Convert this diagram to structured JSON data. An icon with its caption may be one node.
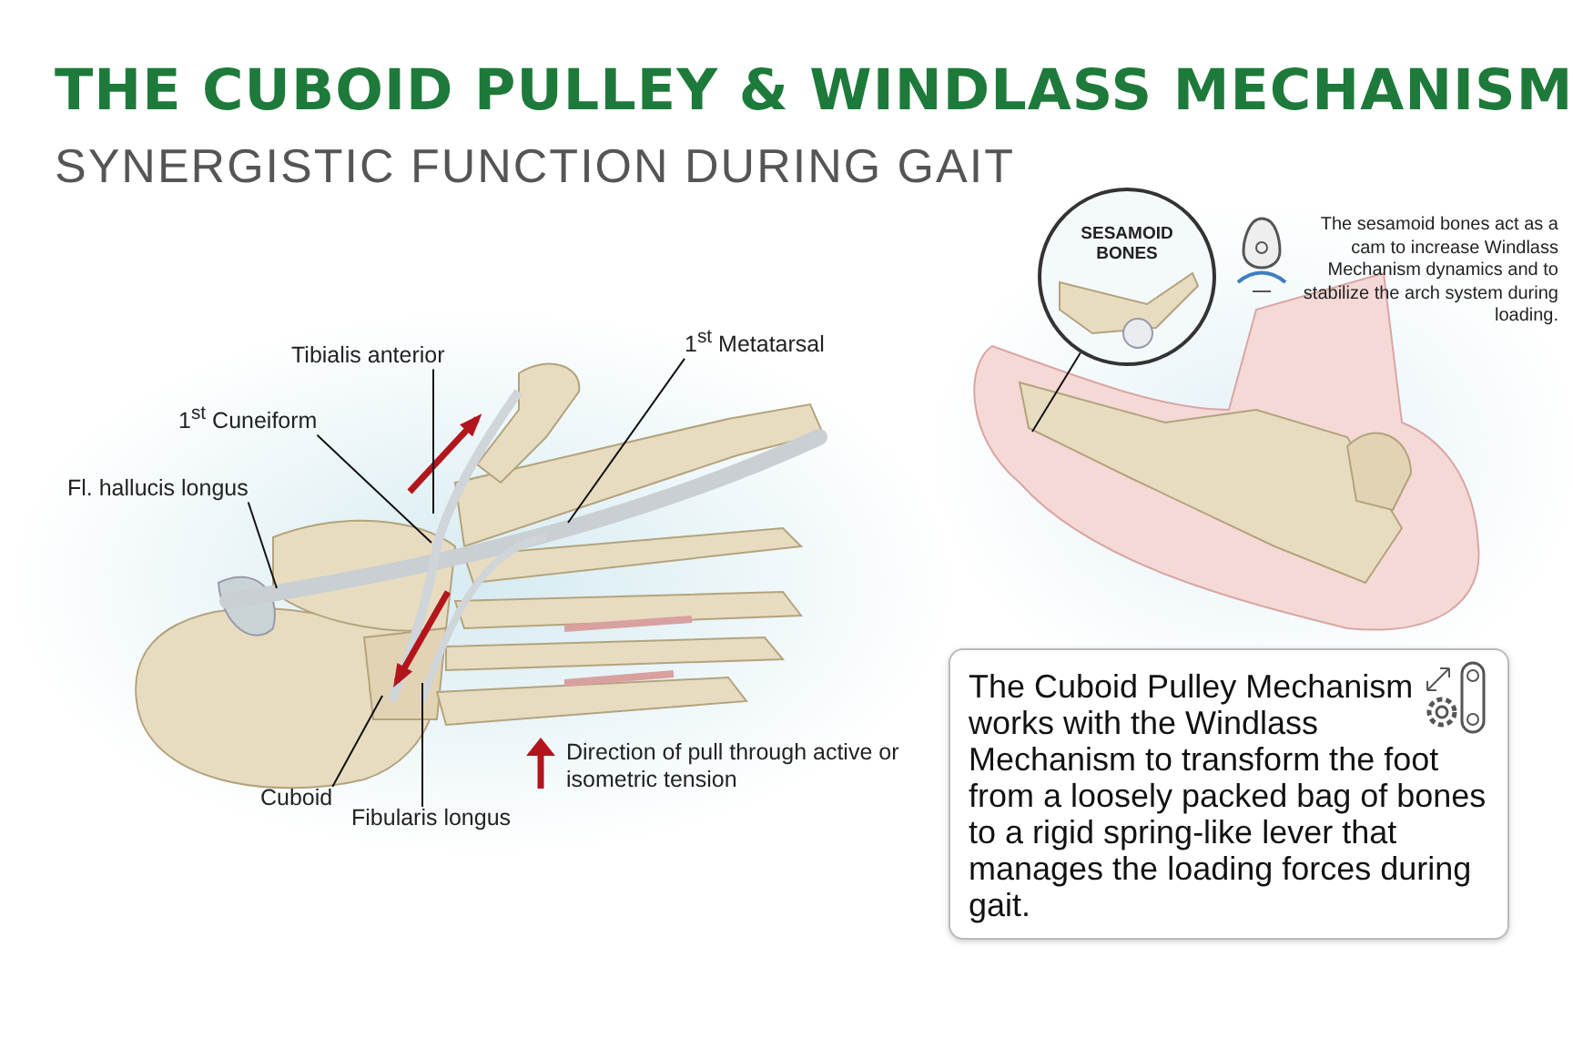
{
  "diagram": {
    "title": "THE CUBOID PULLEY & WINDLASS MECHANISM",
    "nodes": [
      {
        "text": [
          "Tibialis anterior"
        ]
      },
      {
        "text": [
          "1$^{st}$ Metatarsal"
        ]
      },
      {
        "text": [
          "1$^{st}$ Cuneiform"
        ]
      },
      {
        "text": [
          "Fl. hallucis longus"
        ]
      },
      {
        "text": [
          "Cuboid"
        ]
      },
      {
        "text": [
          "Fibularis longus"
        ]
      },
      {
        "text": [
          "SESAMOID BONES"
        ]
      },
      {
        "text": [
          "The Cuboid Pulley Mechanism works with the Windlass Mechanism to transform the foot from a loosely packed bag of bones to a rigid spring-like lever that manages the loading forces during gait."
        ]
      }
    ],
    "edges": [
      {
        "from": 0,
        "to": null,
        "arrow": "none"
      },
      {
        "from": 1,
        "to": null,
        "arrow": "none"
      },
      {
        "from": 2,
        "to": null,
        "arrow": "none"
      },
      {
        "from": 3,
        "to": null,
        "arrow": "none"
      },
      {
        "from": 4,
        "to": null,
        "arrow": "none"
      },
      {
        "from": 5,
        "to": null,
        "arrow": "none"
      },
      {
        "from": 6,
        "to": null,
        "arrow": "none"
      }
    ],
    "labels": [
      "SYNERGISTIC FUNCTION DURING GAIT",
      "The sesamoid bones act as a cam to increase Windlass Mechanism dynamics and to stabilize the arch system during loading."
    ],
    "legend": [
      {
        "text": "Direction of pull through active or isometric tension"
      }
    ]
  }
}
